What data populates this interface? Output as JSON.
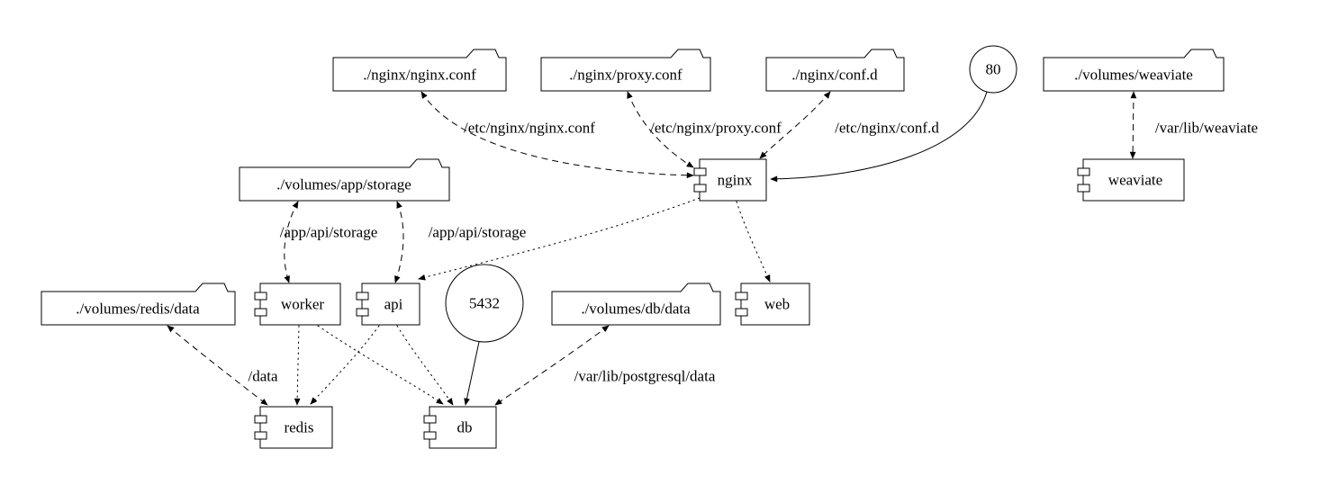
{
  "diagram": {
    "colors": {
      "background": "#ffffff",
      "stroke": "#000000",
      "node_fill": "#ffffff"
    },
    "nodes": [
      {
        "id": "nginx-conf",
        "label": "./nginx/nginx.conf",
        "shape": "folder"
      },
      {
        "id": "proxy-conf",
        "label": "./nginx/proxy.conf",
        "shape": "folder"
      },
      {
        "id": "conf-d",
        "label": "./nginx/conf.d",
        "shape": "folder"
      },
      {
        "id": "port-80",
        "label": "80",
        "shape": "circle"
      },
      {
        "id": "volumes-weaviate",
        "label": "./volumes/weaviate",
        "shape": "folder"
      },
      {
        "id": "volumes-app-storage",
        "label": "./volumes/app/storage",
        "shape": "folder"
      },
      {
        "id": "nginx",
        "label": "nginx",
        "shape": "component"
      },
      {
        "id": "weaviate",
        "label": "weaviate",
        "shape": "component"
      },
      {
        "id": "volumes-redis-data",
        "label": "./volumes/redis/data",
        "shape": "folder"
      },
      {
        "id": "worker",
        "label": "worker",
        "shape": "component"
      },
      {
        "id": "api",
        "label": "api",
        "shape": "component"
      },
      {
        "id": "port-5432",
        "label": "5432",
        "shape": "circle"
      },
      {
        "id": "volumes-db-data",
        "label": "./volumes/db/data",
        "shape": "folder"
      },
      {
        "id": "web",
        "label": "web",
        "shape": "component"
      },
      {
        "id": "redis",
        "label": "redis",
        "shape": "component"
      },
      {
        "id": "db",
        "label": "db",
        "shape": "component"
      }
    ],
    "edges": [
      {
        "from": "./nginx/nginx.conf",
        "to": "nginx",
        "label": "/etc/nginx/nginx.conf",
        "style": "dashed",
        "dir": "both"
      },
      {
        "from": "./nginx/proxy.conf",
        "to": "nginx",
        "label": "/etc/nginx/proxy.conf",
        "style": "dashed",
        "dir": "both"
      },
      {
        "from": "./nginx/conf.d",
        "to": "nginx",
        "label": "/etc/nginx/conf.d",
        "style": "dashed",
        "dir": "both"
      },
      {
        "from": "80",
        "to": "nginx",
        "label": "",
        "style": "solid",
        "dir": "forward"
      },
      {
        "from": "./volumes/weaviate",
        "to": "weaviate",
        "label": "/var/lib/weaviate",
        "style": "dashed",
        "dir": "both"
      },
      {
        "from": "./volumes/app/storage",
        "to": "worker",
        "label": "/app/api/storage",
        "style": "dashed",
        "dir": "both"
      },
      {
        "from": "./volumes/app/storage",
        "to": "api",
        "label": "/app/api/storage",
        "style": "dashed",
        "dir": "both"
      },
      {
        "from": "./volumes/redis/data",
        "to": "redis",
        "label": "/data",
        "style": "dashed",
        "dir": "both"
      },
      {
        "from": "./volumes/db/data",
        "to": "db",
        "label": "/var/lib/postgresql/data",
        "style": "dashed",
        "dir": "both"
      },
      {
        "from": "5432",
        "to": "db",
        "label": "",
        "style": "solid",
        "dir": "forward"
      },
      {
        "from": "nginx",
        "to": "api",
        "label": "",
        "style": "dotted",
        "dir": "forward"
      },
      {
        "from": "nginx",
        "to": "web",
        "label": "",
        "style": "dotted",
        "dir": "forward"
      },
      {
        "from": "worker",
        "to": "redis",
        "label": "",
        "style": "dotted",
        "dir": "forward"
      },
      {
        "from": "worker",
        "to": "db",
        "label": "",
        "style": "dotted",
        "dir": "forward"
      },
      {
        "from": "api",
        "to": "redis",
        "label": "",
        "style": "dotted",
        "dir": "forward"
      },
      {
        "from": "api",
        "to": "db",
        "label": "",
        "style": "dotted",
        "dir": "forward"
      }
    ]
  }
}
